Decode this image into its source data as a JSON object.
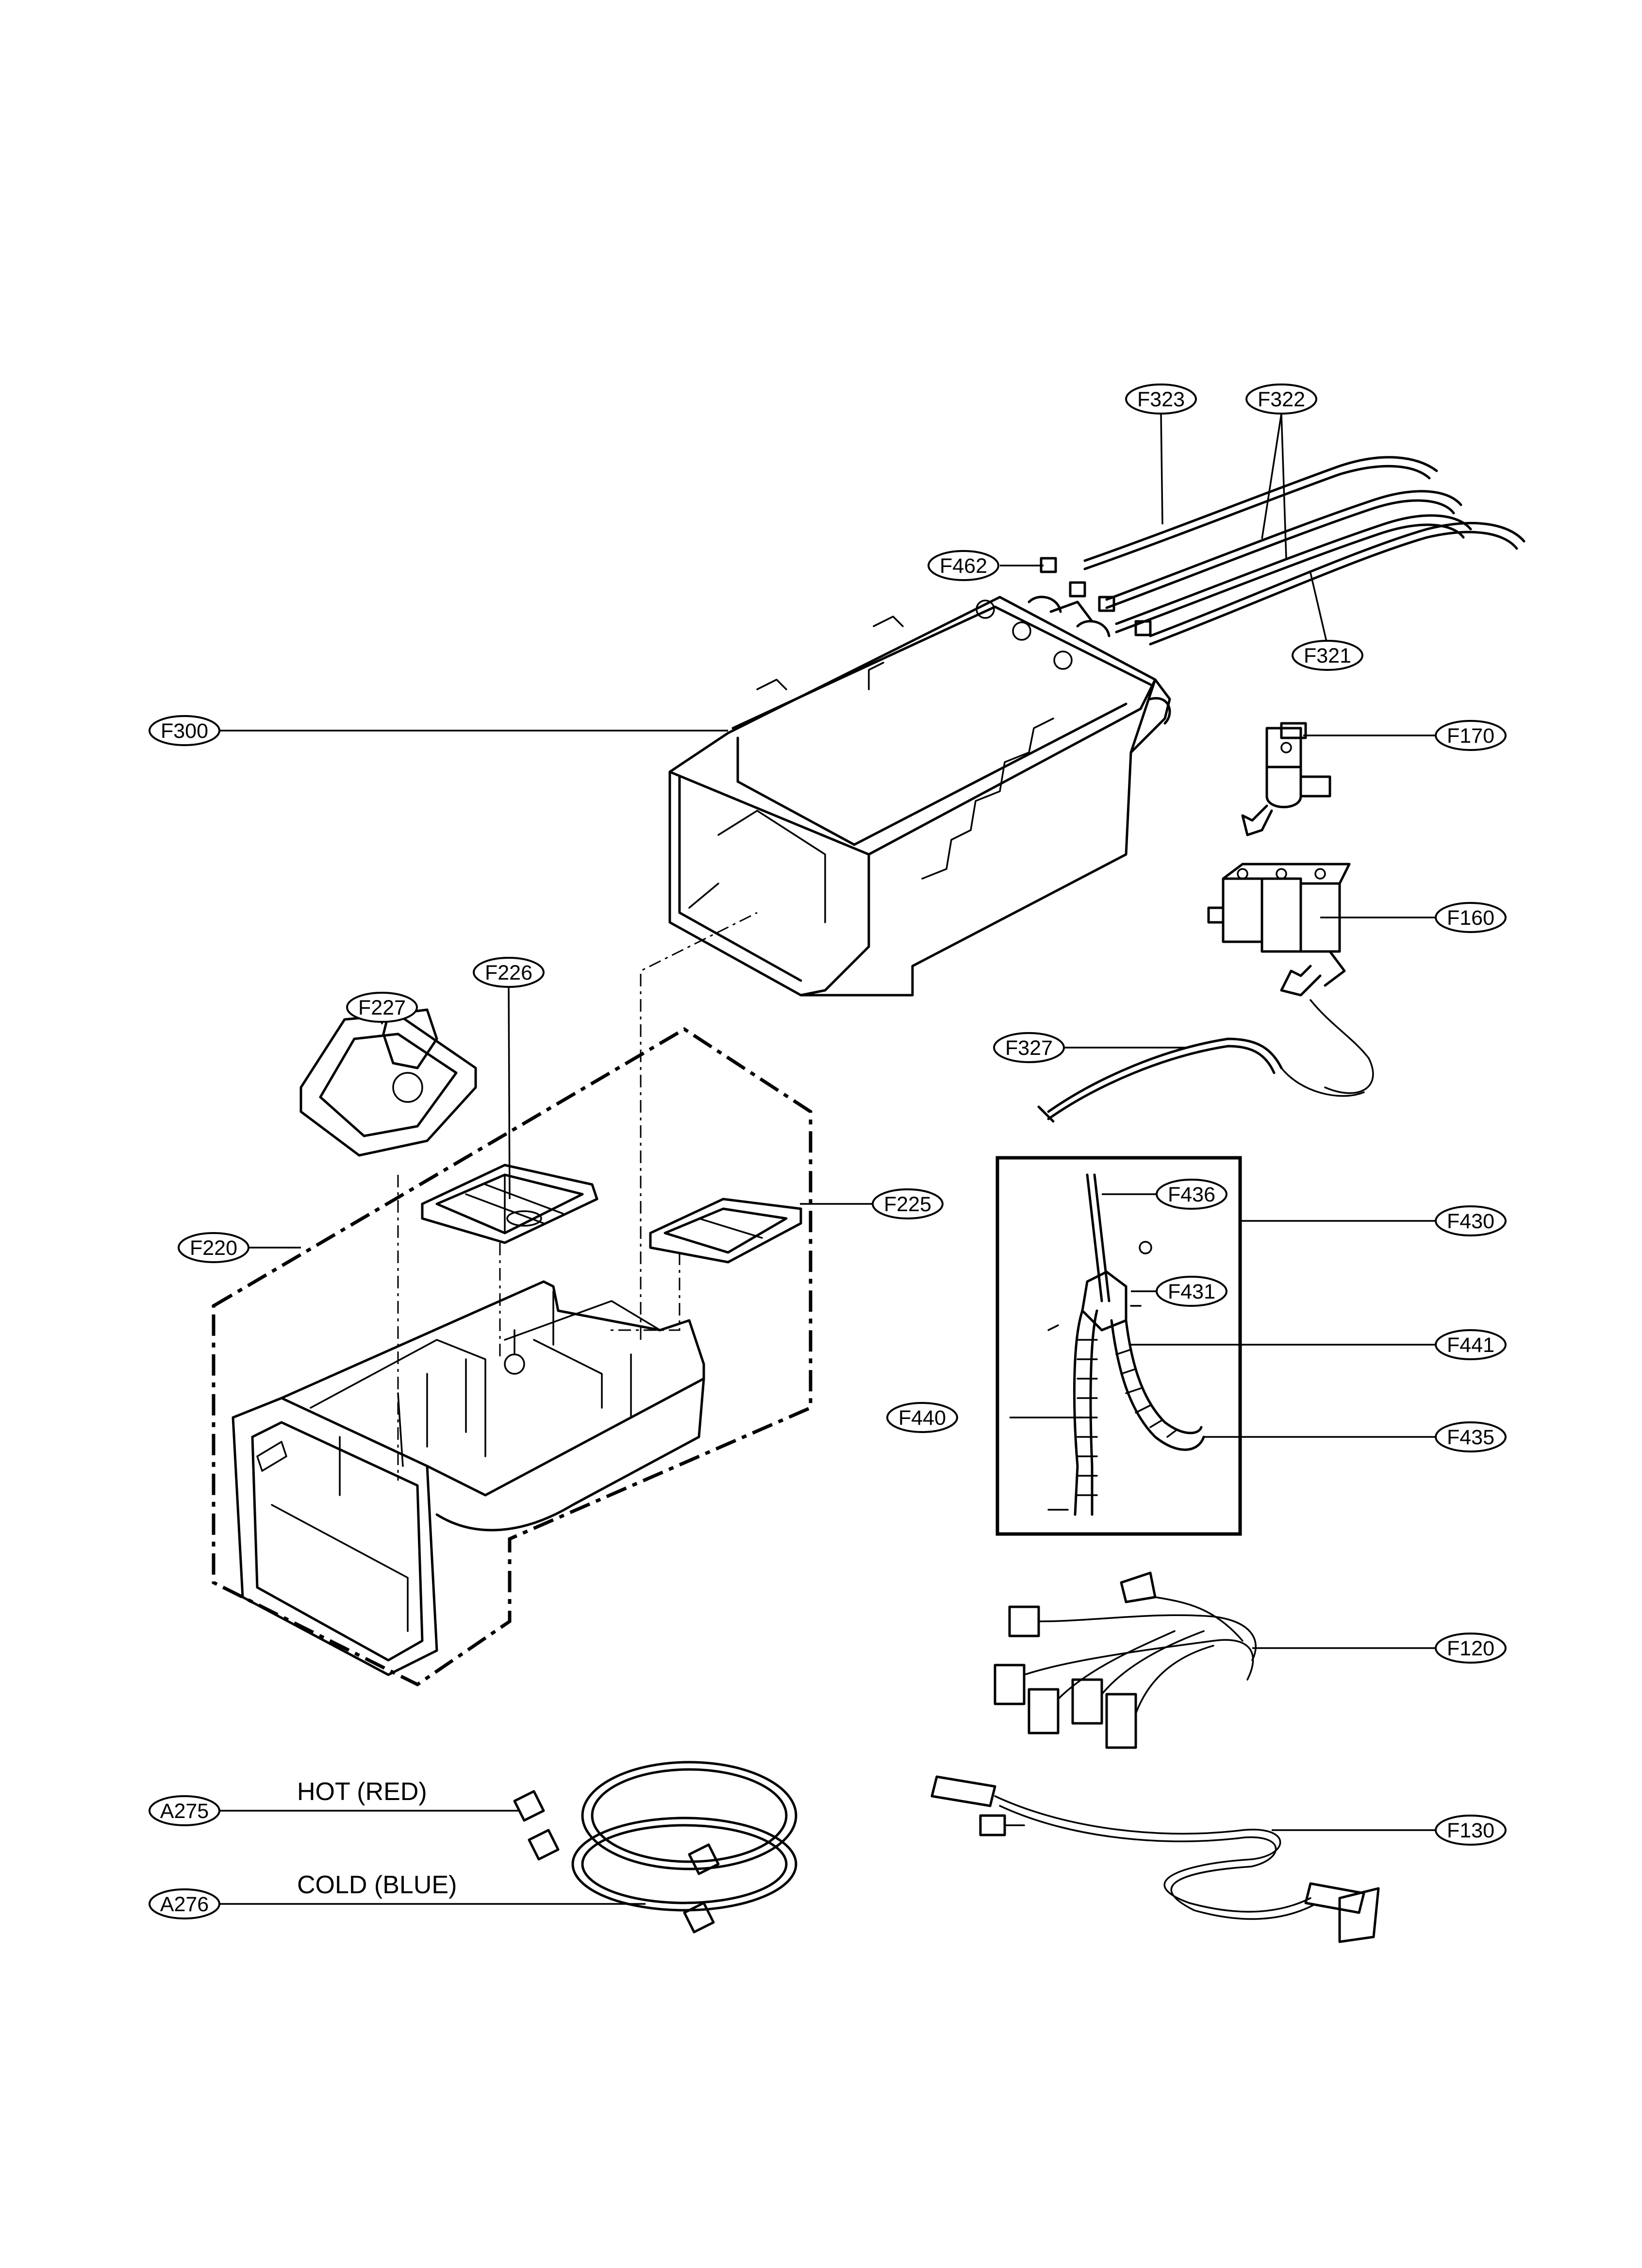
{
  "labels": {
    "F323": "F323",
    "F322": "F322",
    "F462": "F462",
    "F321": "F321",
    "F300": "F300",
    "F170": "F170",
    "F160": "F160",
    "F227": "F227",
    "F226": "F226",
    "F327": "F327",
    "F225": "F225",
    "F436": "F436",
    "F430": "F430",
    "F220": "F220",
    "F431": "F431",
    "F441": "F441",
    "F440": "F440",
    "F435": "F435",
    "F120": "F120",
    "F130": "F130",
    "A275": "A275",
    "A276": "A276"
  },
  "notes": {
    "hot": "HOT (RED)",
    "cold": "COLD (BLUE)"
  }
}
